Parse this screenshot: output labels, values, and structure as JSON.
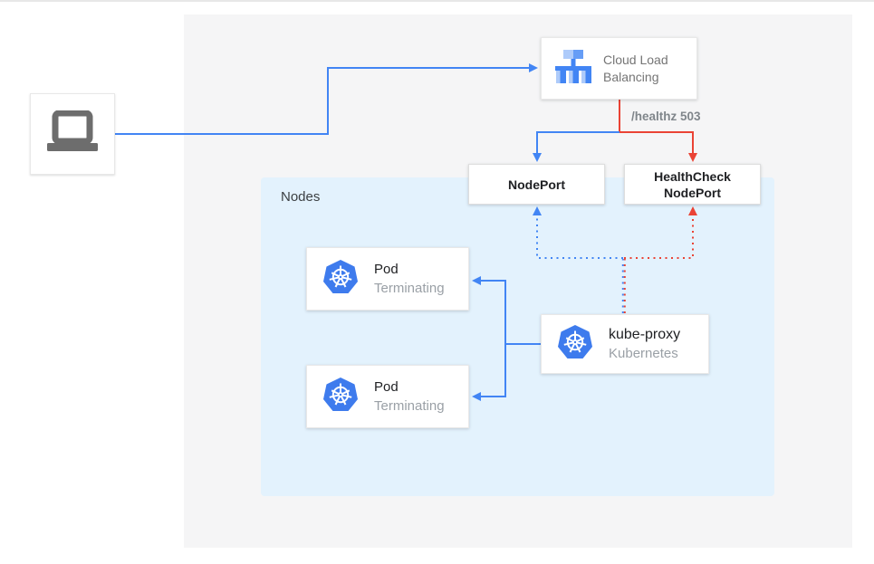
{
  "diagram": {
    "client": {
      "icon": "laptop-icon"
    },
    "cloud_load_balancing": {
      "label": "Cloud Load Balancing",
      "icon": "cloud-load-balancing-icon"
    },
    "healthz_label": "/healthz 503",
    "nodeport": {
      "label": "NodePort"
    },
    "healthcheck_nodeport": {
      "label": "HealthCheck NodePort"
    },
    "nodes_group": {
      "label": "Nodes"
    },
    "pods": [
      {
        "title": "Pod",
        "status": "Terminating",
        "icon": "kubernetes-icon"
      },
      {
        "title": "Pod",
        "status": "Terminating",
        "icon": "kubernetes-icon"
      }
    ],
    "kube_proxy": {
      "title": "kube-proxy",
      "subtitle": "Kubernetes",
      "icon": "kubernetes-icon"
    }
  },
  "colors": {
    "blue": "#4285f4",
    "red": "#ea4335",
    "nodes_bg": "#e3f2fd",
    "panel_bg": "#f5f5f6",
    "k8s_blue": "#3e7bed",
    "gray_text": "#757575",
    "icon_light_blue": "#aecbfa",
    "icon_mid_blue": "#669df6"
  }
}
